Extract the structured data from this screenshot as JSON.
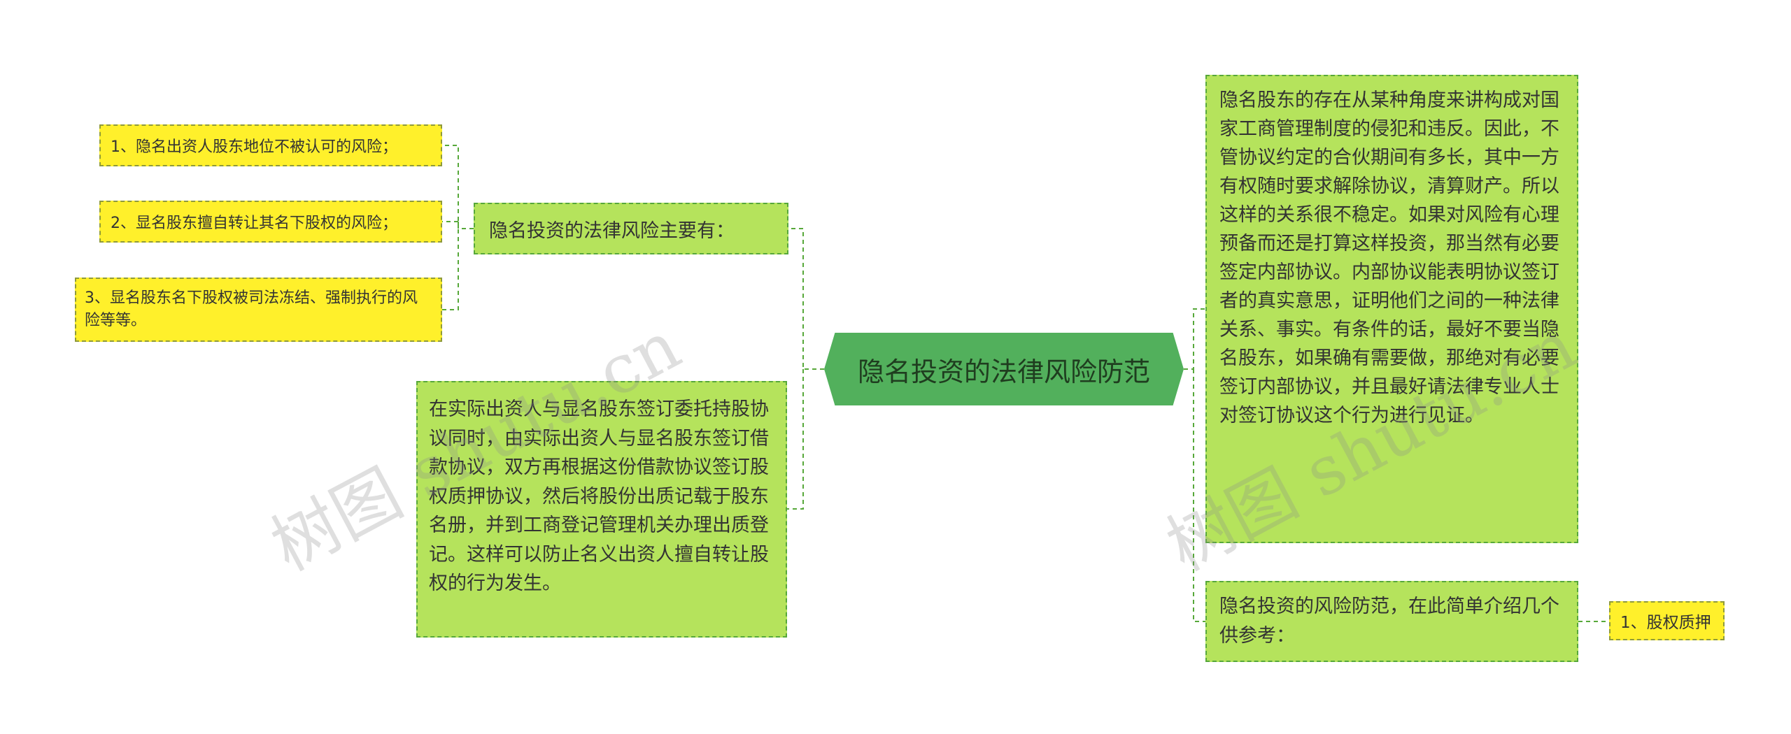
{
  "center": {
    "label": "隐名投资的法律风险防范"
  },
  "left": {
    "legal_risk": {
      "label": "隐名投资的法律风险主要有："
    },
    "risks": [
      "1、隐名出资人股东地位不被认可的风险；",
      "2、显名股东擅自转让其名下股权的风险；",
      "3、显名股东名下股权被司法冻结、强制执行的风险等等。"
    ],
    "entrust": {
      "label": "在实际出资人与显名股东签订委托持股协议同时，由实际出资人与显名股东签订借款协议，双方再根据这份借款协议签订股权质押协议，然后将股份出质记载于股东名册，并到工商登记管理机关办理出质登记。这样可以防止名义出资人擅自转让股权的行为发生。"
    }
  },
  "right": {
    "existence": {
      "label": "隐名股东的存在从某种角度来讲构成对国家工商管理制度的侵犯和违反。因此，不管协议约定的合伙期间有多长，其中一方有权随时要求解除协议，清算财产。所以这样的关系很不稳定。如果对风险有心理预备而还是打算这样投资，那当然有必要签定内部协议。内部协议能表明协议签订者的真实意思，证明他们之间的一种法律关系、事实。有条件的话，最好不要当隐名股东，如果确有需要做，那绝对有必要签订内部协议，并且最好请法律专业人士对签订协议这个行为进行见证。"
    },
    "prevent": {
      "label": "隐名投资的风险防范，在此简单介绍几个供参考："
    },
    "pledge": {
      "label": "1、股权质押"
    }
  },
  "watermark": {
    "text": "树图 shutu.cn"
  },
  "colors": {
    "center_fill": "#52b05c",
    "green_fill": "#b5e35c",
    "green_border": "#57a83a",
    "yellow_fill": "#fff02b",
    "connector": "#57a83a"
  }
}
